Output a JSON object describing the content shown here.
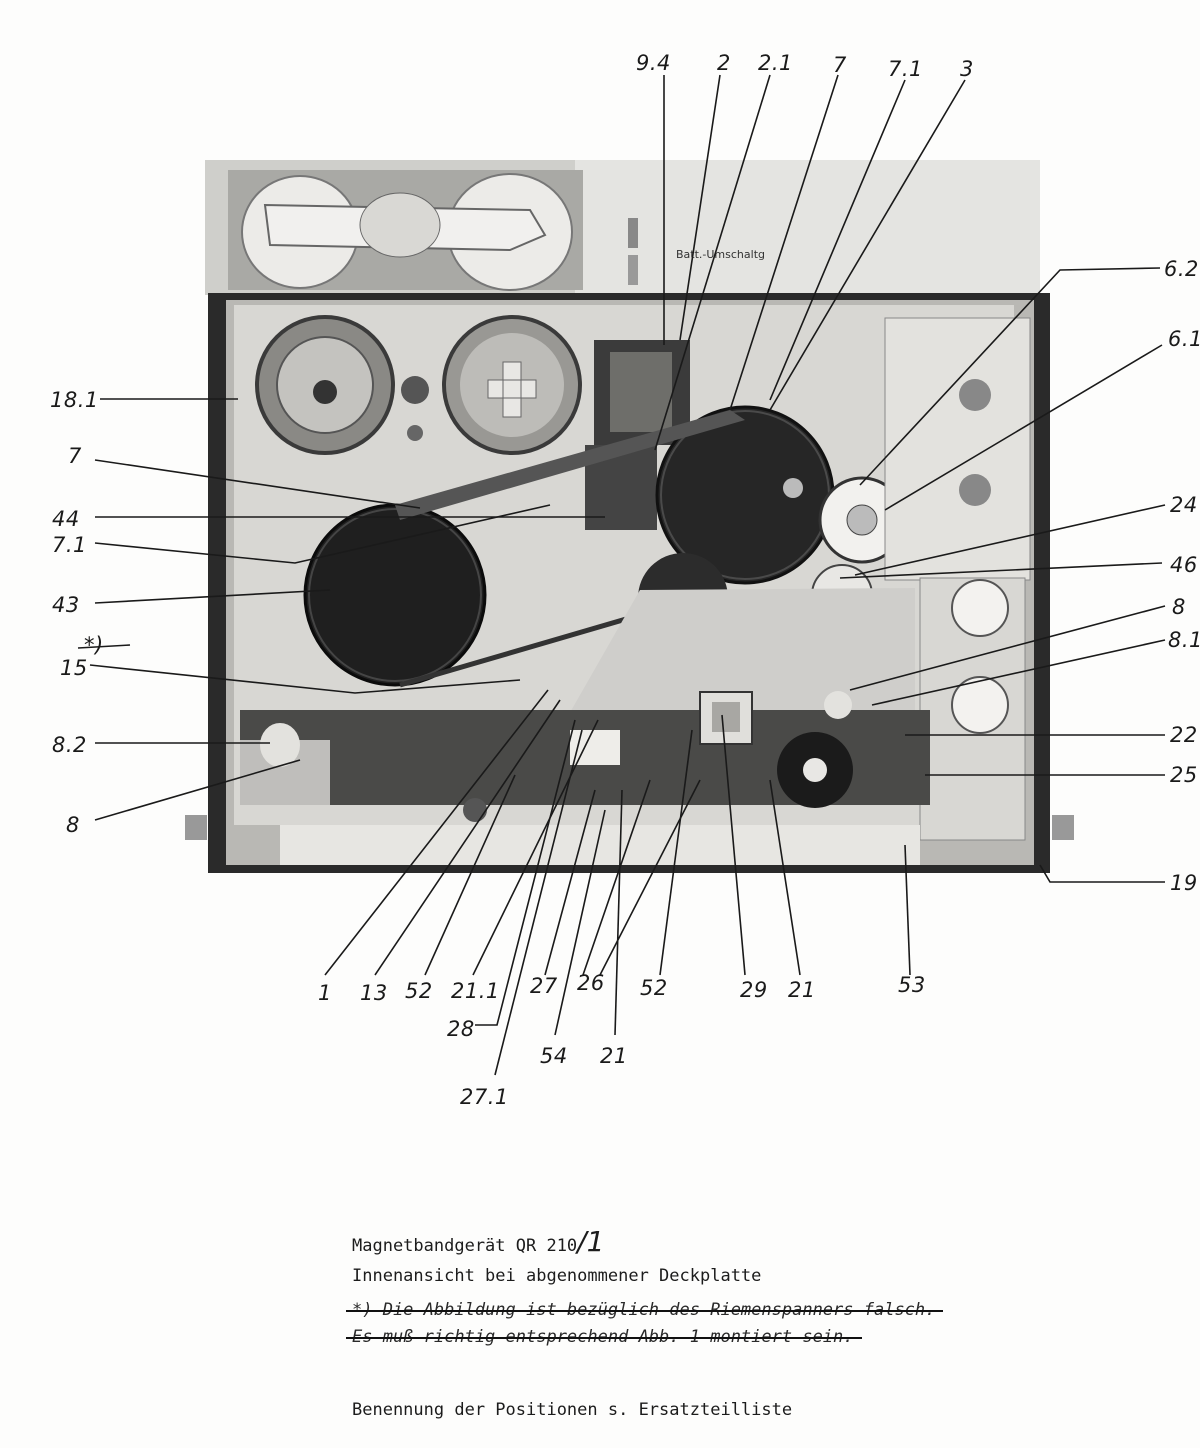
{
  "device": {
    "label_batt": "Batt.-Umschaltg"
  },
  "callouts": {
    "top": [
      "9.4",
      "2",
      "2.1",
      "7",
      "7.1",
      "3"
    ],
    "right": [
      "6.2",
      "6.1",
      "24",
      "46",
      "8",
      "8.1",
      "22",
      "25",
      "19"
    ],
    "left": [
      "18.1",
      "7",
      "44",
      "7.1",
      "43",
      "*)",
      "15",
      "8.2",
      "8"
    ],
    "bottom": [
      "1",
      "13",
      "52",
      "21.1",
      "27",
      "26",
      "52",
      "29",
      "21",
      "53",
      "28",
      "54",
      "21",
      "27.1"
    ]
  },
  "caption": {
    "title_prefix": "Magnetbandgerät  QR 210",
    "title_handwritten": "/1",
    "subtitle": "Innenansicht bei abgenommener Deckplatte",
    "note_line1": "*) Die Abbildung ist bezüglich des Riemenspanners falsch.",
    "note_line2": "Es muß richtig entsprechend Abb. 1 montiert sein.",
    "footer": "Benennung der Positionen s. Ersatzteilliste"
  }
}
